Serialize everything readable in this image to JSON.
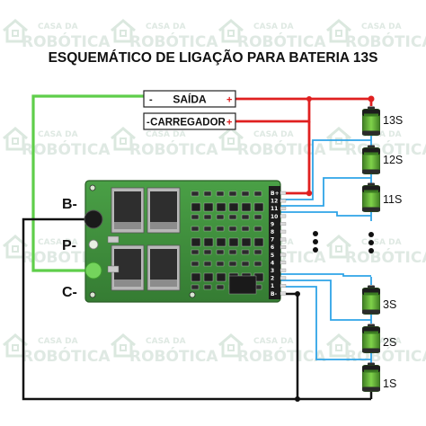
{
  "title": "ESQUEMÁTICO DE LIGAÇÃO PARA BATERIA 13S",
  "watermark": {
    "line1": "CASA DA",
    "line2": "ROBÓTICA"
  },
  "terminals": {
    "output": {
      "label": "SAÍDA",
      "minus": "-",
      "plus": "+"
    },
    "charger": {
      "label": "CARREGADOR",
      "minus": "-",
      "plus": "+"
    }
  },
  "board_pads": {
    "b_minus": "B-",
    "p_minus": "P-",
    "c_minus": "C-"
  },
  "header_pins": [
    "B+",
    "12",
    "11",
    "10",
    "9",
    "8",
    "7",
    "6",
    "5",
    "4",
    "3",
    "2",
    "1",
    "B-"
  ],
  "cells_top": [
    "13S",
    "12S",
    "11S"
  ],
  "cells_bottom": [
    "3S",
    "2S",
    "1S"
  ],
  "ellipsis": "⋮",
  "colors": {
    "positive_wire": "#e02020",
    "negative_wire": "#111111",
    "charger_wire": "#5fce4a",
    "balance_wire": "#2fa4e7",
    "pcb": "#3f8f3c",
    "battery": "#6cbd3e"
  },
  "icons": [
    "house-watermark-icon",
    "gear-watermark-icon",
    "battery-cell-icon",
    "mosfet-icon",
    "capacitor-icon"
  ]
}
